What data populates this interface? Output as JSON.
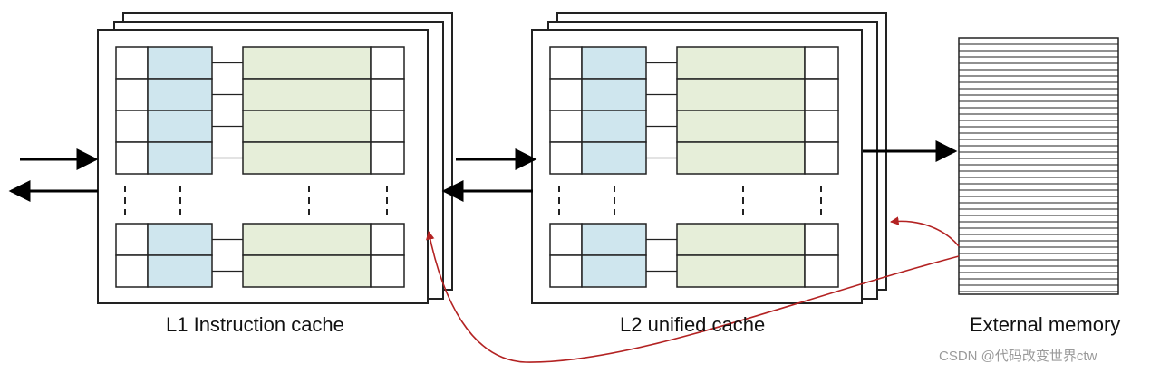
{
  "labels": {
    "l1": "L1 Instruction cache",
    "l2": "L2 unified cache",
    "external": "External memory"
  },
  "watermark": "CSDN @代码改变世界ctw",
  "colors": {
    "tag": "#cfe6ee",
    "data": "#e6eed9",
    "line": "#111111",
    "arrow": "#000000",
    "fill_arrow": "#b32222"
  }
}
